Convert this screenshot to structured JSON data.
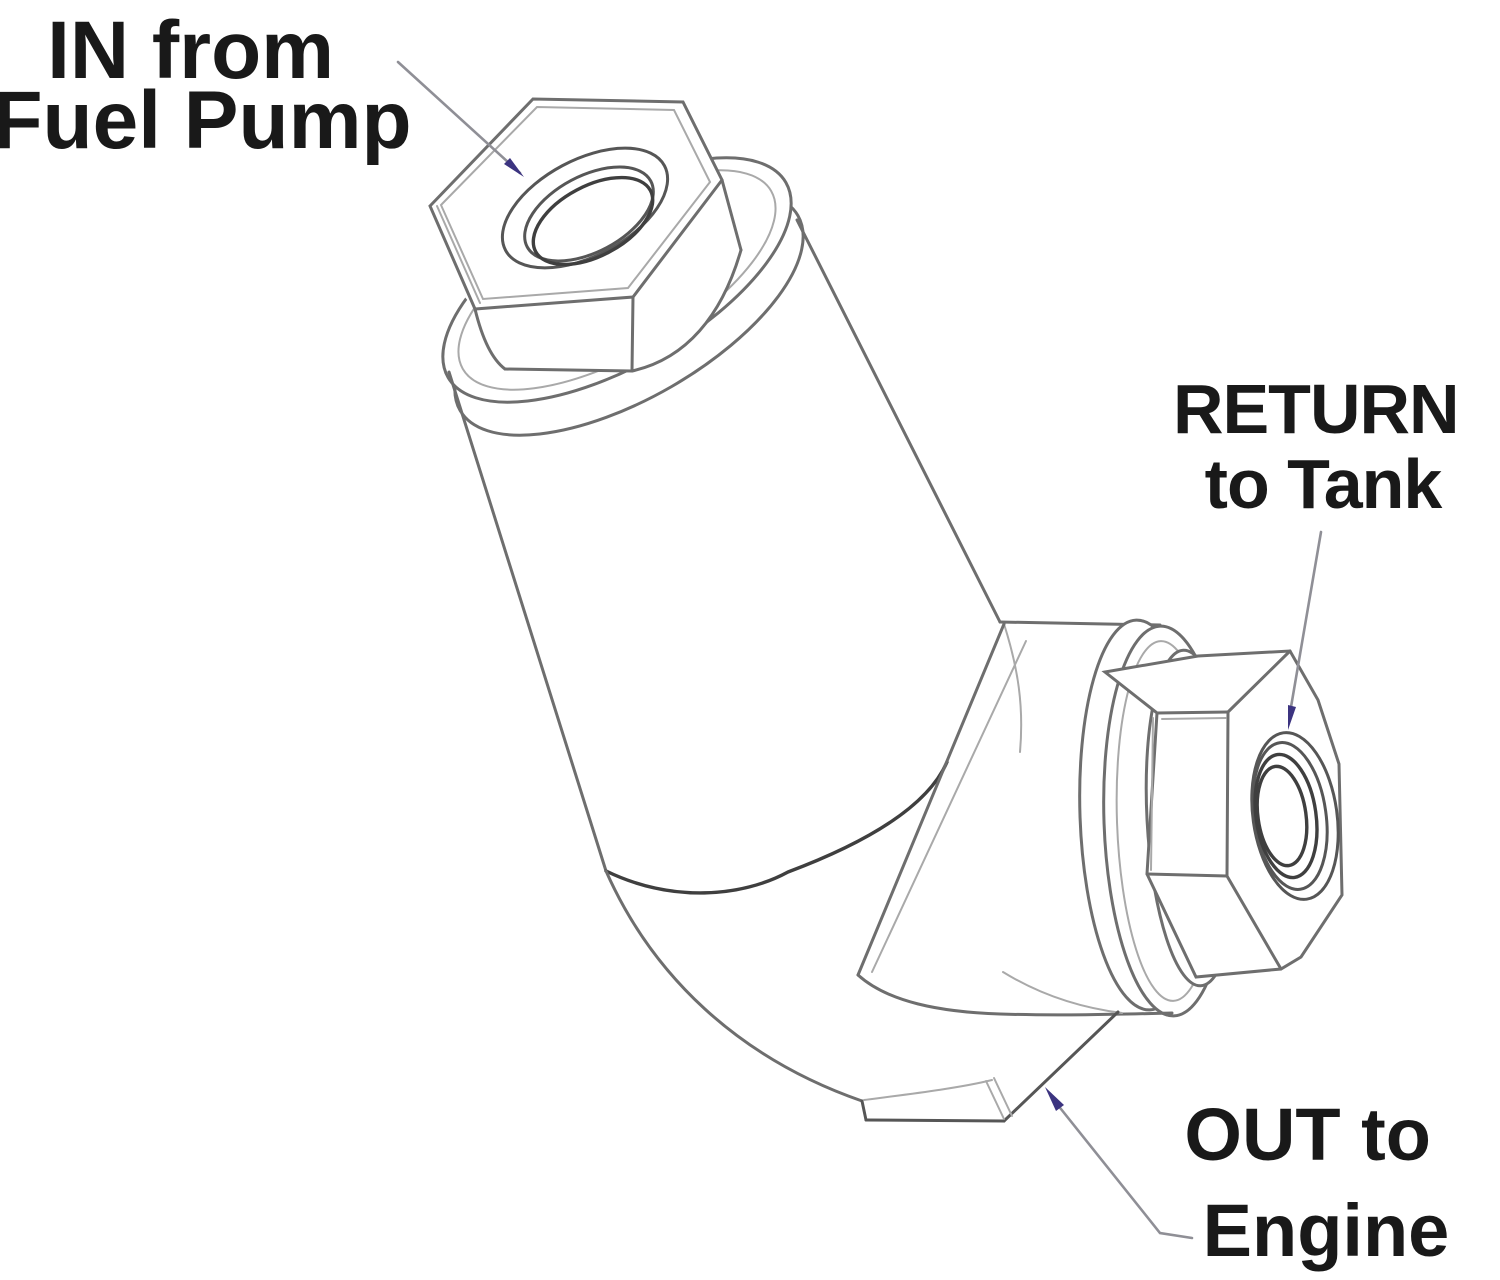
{
  "diagram": {
    "type": "technical-line-drawing",
    "subject": "inline fuel filter / pressure regulator with three ports, isometric CAD view",
    "background_color": "#ffffff",
    "line_color": "#6e6e6e",
    "dark_line_color": "#3f3f3f",
    "light_line_color": "#a9a9a9",
    "leader_line_color": "#8f8f96",
    "arrowhead_color": "#3c3480",
    "text_color": "#191919"
  },
  "labels": {
    "in": {
      "line1": "IN from",
      "line2": "Fuel Pump"
    },
    "return": {
      "line1": "RETURN",
      "line2": "to Tank"
    },
    "out": {
      "line1": "OUT to",
      "line2": "Engine"
    }
  },
  "ports": [
    {
      "id": "in",
      "text": "IN from Fuel Pump",
      "position": "top"
    },
    {
      "id": "return",
      "text": "RETURN to Tank",
      "position": "right"
    },
    {
      "id": "out",
      "text": "OUT to Engine",
      "position": "bottom"
    }
  ]
}
